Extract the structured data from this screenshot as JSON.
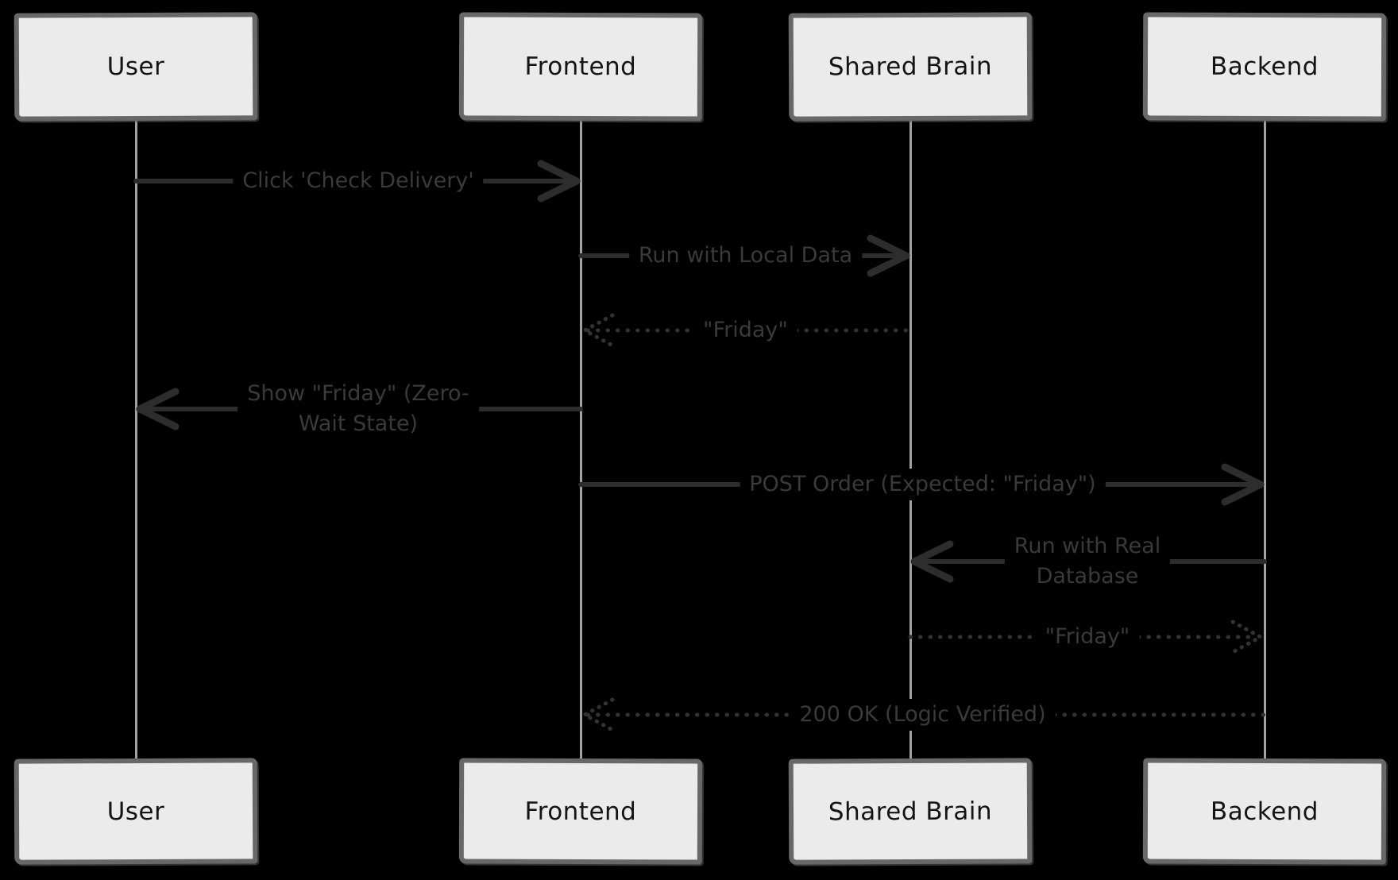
{
  "diagram": {
    "type": "sequence-diagram",
    "style": "hand-drawn",
    "colors": {
      "background": "#000000",
      "actor_box_fill": "#ebebeb",
      "actor_box_border": "#686868",
      "actor_text": "#141414",
      "lifeline": "#a1a1a1",
      "arrow": "#2d2d2d",
      "message_text": "#3a3a3a"
    }
  },
  "actors": [
    {
      "name": "User"
    },
    {
      "name": "Frontend"
    },
    {
      "name": "Shared Brain"
    },
    {
      "name": "Backend"
    }
  ],
  "messages": [
    {
      "from": "User",
      "to": "Frontend",
      "line_style": "solid",
      "lines": [
        "Click 'Check Delivery'"
      ]
    },
    {
      "from": "Frontend",
      "to": "Shared Brain",
      "line_style": "solid",
      "lines": [
        "Run with Local Data"
      ]
    },
    {
      "from": "Shared Brain",
      "to": "Frontend",
      "line_style": "dashed",
      "lines": [
        "\"Friday\""
      ]
    },
    {
      "from": "Frontend",
      "to": "User",
      "line_style": "solid",
      "lines": [
        "Show \"Friday\" (Zero-",
        "Wait State)"
      ]
    },
    {
      "from": "Frontend",
      "to": "Backend",
      "line_style": "solid",
      "lines": [
        "POST Order (Expected: \"Friday\")"
      ]
    },
    {
      "from": "Backend",
      "to": "Shared Brain",
      "line_style": "solid",
      "lines": [
        "Run with Real",
        "Database"
      ]
    },
    {
      "from": "Shared Brain",
      "to": "Backend",
      "line_style": "dashed",
      "lines": [
        "\"Friday\""
      ]
    },
    {
      "from": "Backend",
      "to": "Frontend",
      "line_style": "dashed",
      "lines": [
        "200 OK (Logic Verified)"
      ]
    }
  ]
}
